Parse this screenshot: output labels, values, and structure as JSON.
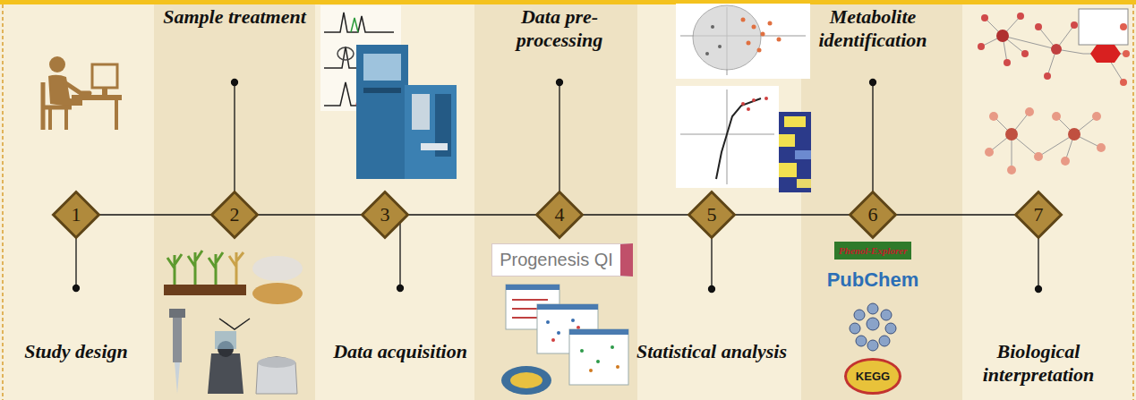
{
  "diagram": {
    "nodes": [
      {
        "text": [
          "1"
        ]
      },
      {
        "text": [
          "2"
        ]
      },
      {
        "text": [
          "3"
        ]
      },
      {
        "text": [
          "4"
        ]
      },
      {
        "text": [
          "5"
        ]
      },
      {
        "text": [
          "6"
        ]
      },
      {
        "text": [
          "7"
        ]
      }
    ],
    "edges": [
      {
        "from": 0,
        "to": 1,
        "arrow": "none"
      },
      {
        "from": 1,
        "to": 2,
        "arrow": "none"
      },
      {
        "from": 2,
        "to": 3,
        "arrow": "none"
      },
      {
        "from": 3,
        "to": 4,
        "arrow": "none"
      },
      {
        "from": 4,
        "to": 5,
        "arrow": "none"
      },
      {
        "from": 5,
        "to": 6,
        "arrow": "none"
      }
    ],
    "labels": [
      "Study design",
      "Sample treatment",
      "Data acquisition",
      "Data pre-processing",
      "Statistical analysis",
      "Metabolite identification",
      "Biological interpretation",
      "Progenesis QI",
      "Phenol-Explorer",
      "PubChem",
      "KEGG"
    ]
  }
}
